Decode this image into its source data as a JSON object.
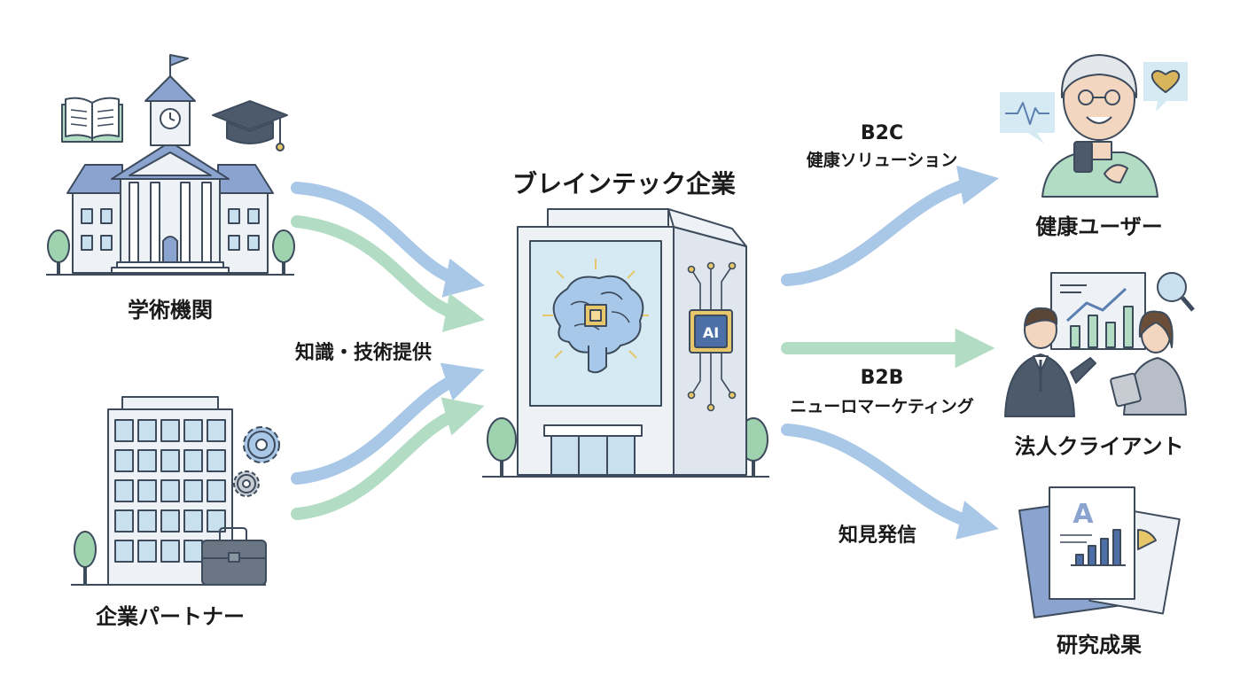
{
  "center": {
    "title": "ブレインテック企業",
    "chip_text": "AI"
  },
  "sources": {
    "academic": {
      "label": "学術機関"
    },
    "corporate": {
      "label": "企業パートナー"
    },
    "flow_label": "知識・技術提供"
  },
  "outputs": {
    "b2c": {
      "title": "B2C",
      "subtitle": "健康ソリューション",
      "target": "健康ユーザー"
    },
    "b2b": {
      "title": "B2B",
      "subtitle": "ニューロマーケティング",
      "target": "法人クライアント"
    },
    "research": {
      "edge_label": "知見発信",
      "target": "研究成果",
      "doc_letter": "A"
    }
  },
  "colors": {
    "blue_arrow": "#a9c7e6",
    "green_arrow": "#b2dcc3",
    "outline": "#3d4b5c",
    "building": "#eef2f6",
    "roof": "#8aa4cf",
    "glass": "#c9e1ee",
    "brain": "#a8c8ea",
    "tree": "#9fd3b0"
  }
}
